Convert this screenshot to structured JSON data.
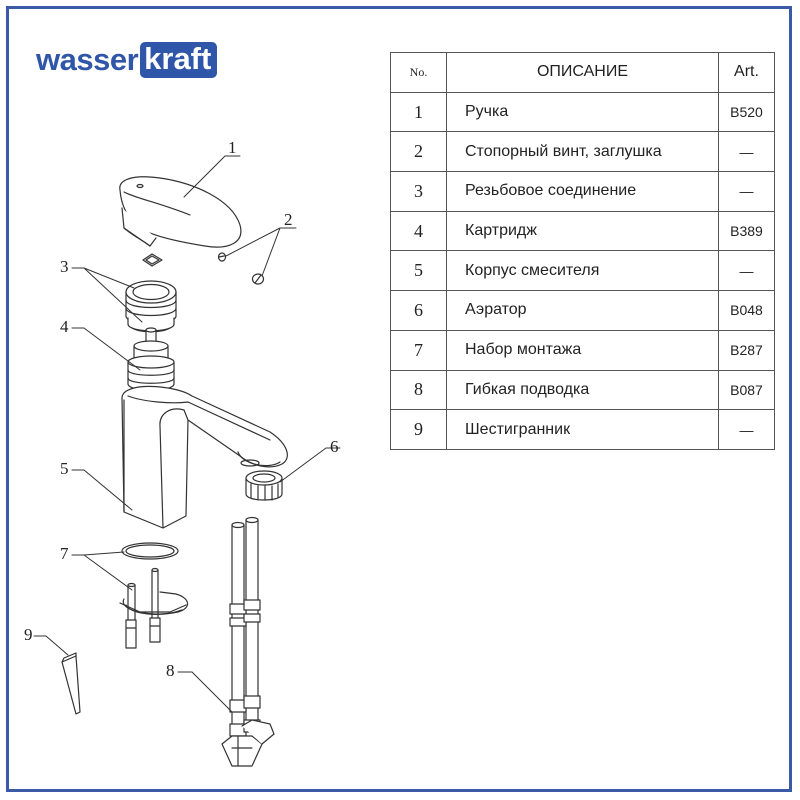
{
  "brand": {
    "part1": "wasser",
    "part2": "kraft"
  },
  "table": {
    "headers": {
      "no": "No.",
      "description": "ОПИСАНИЕ",
      "art": "Art."
    },
    "rows": [
      {
        "no": "1",
        "description": "Ручка",
        "art": "B520"
      },
      {
        "no": "2",
        "description": "Стопорный винт, заглушка",
        "art": "—"
      },
      {
        "no": "3",
        "description": "Резьбовое соединение",
        "art": "—"
      },
      {
        "no": "4",
        "description": "Картридж",
        "art": "B389"
      },
      {
        "no": "5",
        "description": "Корпус смесителя",
        "art": "—"
      },
      {
        "no": "6",
        "description": "Аэратор",
        "art": "B048"
      },
      {
        "no": "7",
        "description": "Набор монтажа",
        "art": "B287"
      },
      {
        "no": "8",
        "description": "Гибкая подводка",
        "art": "B087"
      },
      {
        "no": "9",
        "description": "Шестигранник",
        "art": "—"
      }
    ]
  },
  "callouts": [
    "1",
    "2",
    "3",
    "4",
    "5",
    "6",
    "7",
    "8",
    "9"
  ],
  "colors": {
    "accent": "#3a5aa8",
    "logo": "#2f56a8"
  }
}
